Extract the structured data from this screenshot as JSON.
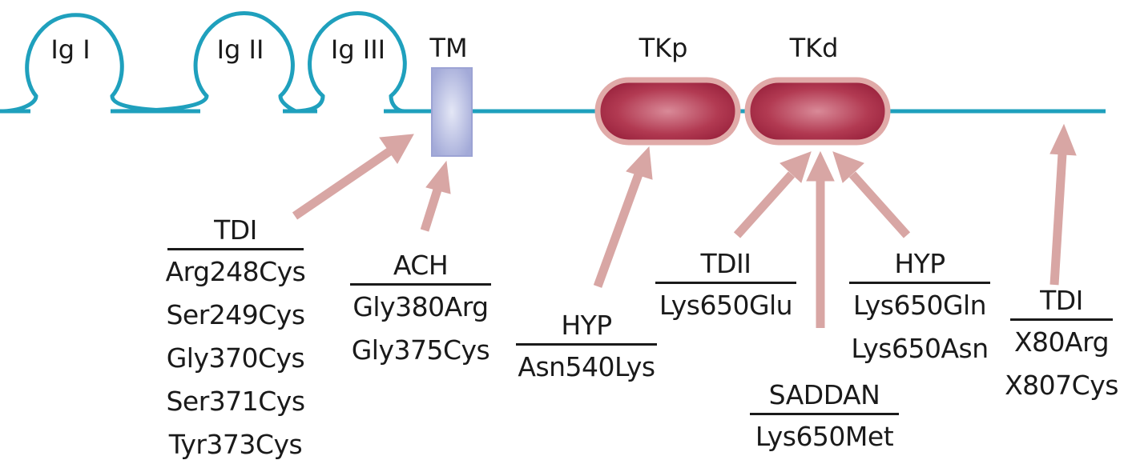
{
  "domains": {
    "ig1": "Ig I",
    "ig2": "Ig II",
    "ig3": "Ig III",
    "tm": "TM",
    "tkp": "TKp",
    "tkd": "TKd"
  },
  "colors": {
    "backbone": "#1fa0bd",
    "tm_box": "#a9afd9",
    "tk_fill": "#a72a44",
    "tk_border": "#e0aaa8",
    "arrow": "#d8a6a4",
    "text": "#1a1a1a"
  },
  "groups": {
    "tdi_left": {
      "head": "TDI",
      "mutations": [
        "Arg248Cys",
        "Ser249Cys",
        "Gly370Cys",
        "Ser371Cys",
        "Tyr373Cys"
      ]
    },
    "ach": {
      "head": "ACH",
      "mutations": [
        "Gly380Arg",
        "Gly375Cys"
      ]
    },
    "hyp_left": {
      "head": "HYP",
      "mutations": [
        "Asn540Lys"
      ]
    },
    "tdii": {
      "head": "TDII",
      "mutations": [
        "Lys650Glu"
      ]
    },
    "saddan": {
      "head": "SADDAN",
      "mutations": [
        "Lys650Met"
      ]
    },
    "hyp_right": {
      "head": "HYP",
      "mutations": [
        "Lys650Gln",
        "Lys650Asn"
      ]
    },
    "tdi_right": {
      "head": "TDI",
      "mutations": [
        "X80Arg",
        "X807Cys"
      ]
    }
  }
}
